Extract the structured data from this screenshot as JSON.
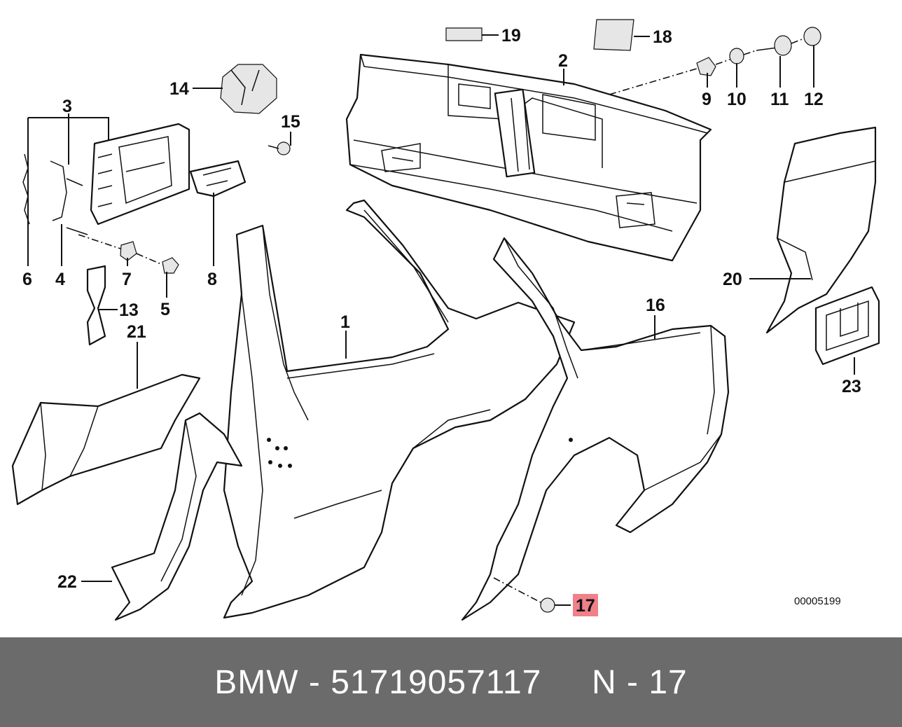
{
  "diagram": {
    "callouts": [
      "1",
      "2",
      "3",
      "4",
      "5",
      "6",
      "7",
      "8",
      "9",
      "10",
      "11",
      "12",
      "13",
      "14",
      "15",
      "16",
      "17",
      "18",
      "19",
      "20",
      "21",
      "22",
      "23"
    ],
    "highlighted_callout": "17",
    "drawing_number": "00005199",
    "colors": {
      "highlight": "#f0808a",
      "lines": "#111111",
      "footer_bg": "#6b6b6b",
      "footer_text": "#ffffff"
    }
  },
  "footer": {
    "text": "BMW - 51719057117     N - 17"
  }
}
